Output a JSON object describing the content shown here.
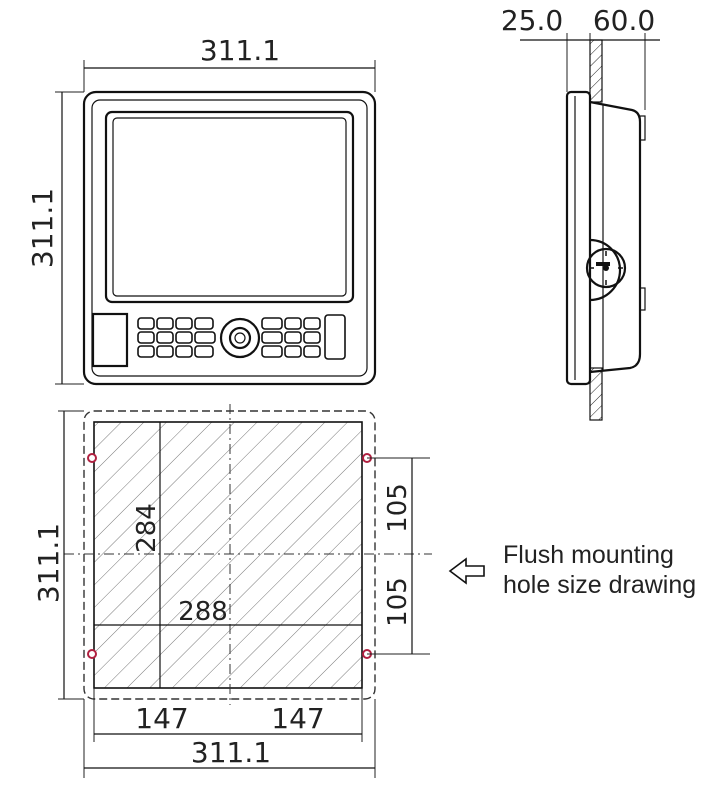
{
  "front_view": {
    "width_label": "311.1",
    "height_label": "311.1"
  },
  "side_view": {
    "depth_front_label": "25.0",
    "depth_rear_label": "60.0"
  },
  "cutout": {
    "height_label": "311.1",
    "inner_height_label": "284",
    "inner_width_label": "288",
    "hole_pitch_upper_label": "105",
    "hole_pitch_lower_label": "105",
    "half_width_left_label": "147",
    "half_width_right_label": "147",
    "total_width_label": "311.1"
  },
  "callout": {
    "line1": "Flush mounting",
    "line2": "hole size drawing"
  }
}
